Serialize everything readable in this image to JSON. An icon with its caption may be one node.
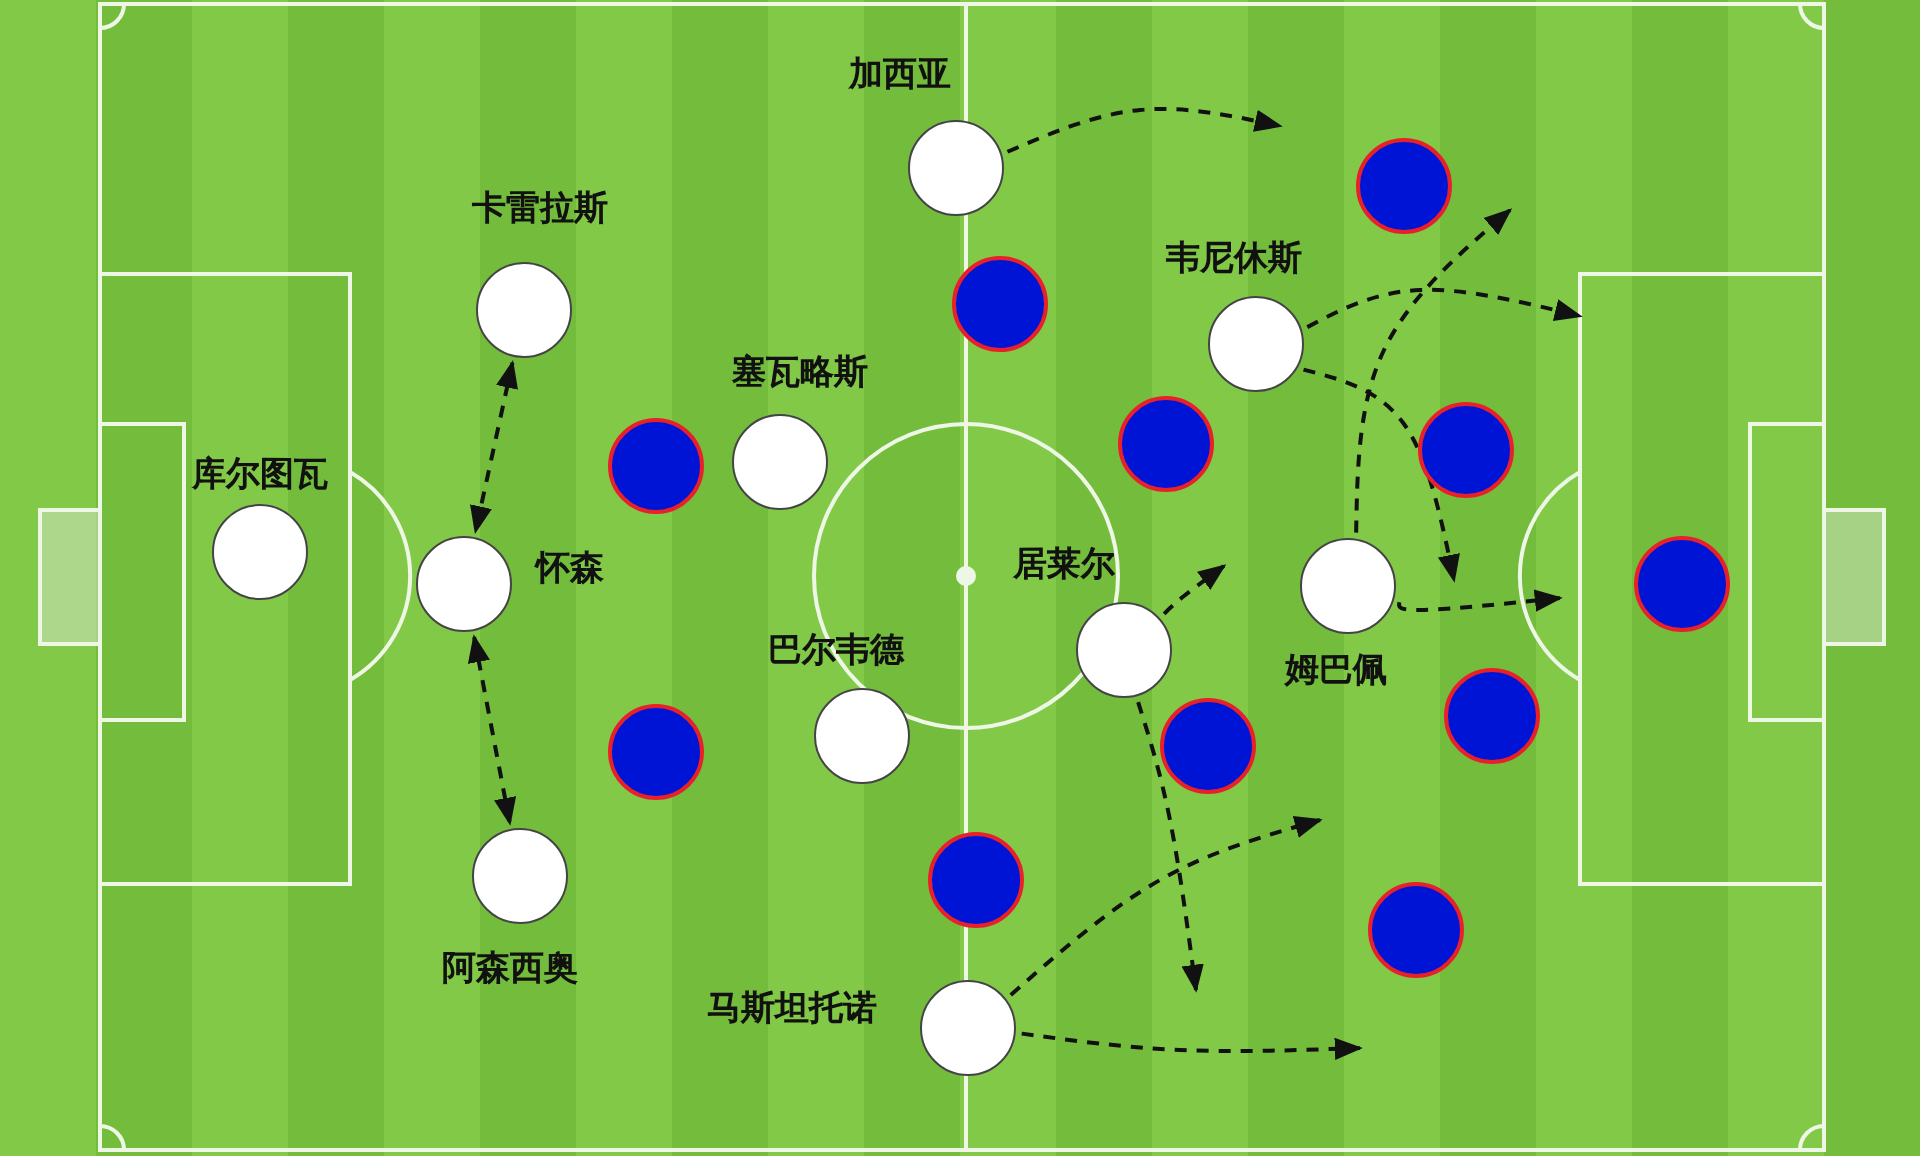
{
  "diagram": {
    "nodes": [
      {
        "text": [
          "库尔图瓦"
        ]
      },
      {
        "text": [
          "卡雷拉斯"
        ]
      },
      {
        "text": [
          "怀森"
        ]
      },
      {
        "text": [
          "阿森西奥"
        ]
      },
      {
        "text": [
          "塞瓦略斯"
        ]
      },
      {
        "text": [
          "巴尔韦德"
        ]
      },
      {
        "text": [
          "加西亚"
        ]
      },
      {
        "text": [
          "马斯坦托诺"
        ]
      },
      {
        "text": [
          "居莱尔"
        ]
      },
      {
        "text": [
          "韦尼休斯"
        ]
      },
      {
        "text": [
          "姆巴佩"
        ]
      },
      {
        "text": [],
        "shape": "circle"
      },
      {
        "text": [],
        "shape": "circle"
      },
      {
        "text": [],
        "shape": "circle"
      },
      {
        "text": [],
        "shape": "circle"
      },
      {
        "text": [],
        "shape": "circle"
      },
      {
        "text": [],
        "shape": "circle"
      },
      {
        "text": [],
        "shape": "circle"
      },
      {
        "text": [],
        "shape": "circle"
      },
      {
        "text": [],
        "shape": "circle"
      },
      {
        "text": [],
        "shape": "circle"
      },
      {
        "text": [],
        "shape": "circle"
      }
    ],
    "edges": [
      {
        "from": 1,
        "to": 2,
        "arrow": "both",
        "style": "dashed"
      },
      {
        "from": 2,
        "to": 3,
        "arrow": "both",
        "style": "dashed"
      },
      {
        "from": 6,
        "to": null,
        "arrow": "to",
        "style": "dashed"
      },
      {
        "from": 9,
        "to": null,
        "arrow": "to",
        "style": "dashed"
      },
      {
        "from": 9,
        "to": null,
        "arrow": "to",
        "style": "dashed"
      },
      {
        "from": 10,
        "to": null,
        "arrow": "to",
        "style": "dashed"
      },
      {
        "from": 10,
        "to": null,
        "arrow": "to",
        "style": "dashed"
      },
      {
        "from": 8,
        "to": null,
        "arrow": "to",
        "style": "dashed"
      },
      {
        "from": 8,
        "to": null,
        "arrow": "to",
        "style": "dashed"
      },
      {
        "from": 7,
        "to": null,
        "arrow": "to",
        "style": "dashed"
      },
      {
        "from": 7,
        "to": null,
        "arrow": "to",
        "style": "dashed"
      }
    ]
  }
}
